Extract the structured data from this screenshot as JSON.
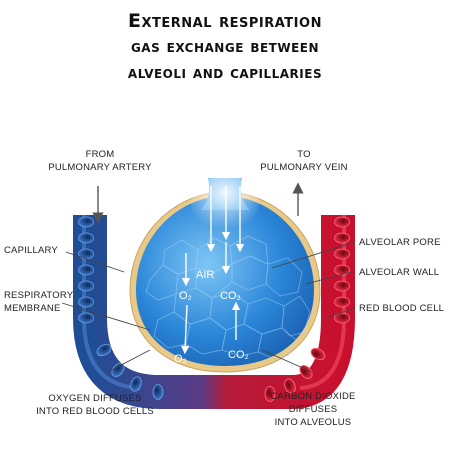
{
  "title": {
    "line1": "External respiration",
    "line2": "gas exchange between",
    "line3": "alveoli and capillaries"
  },
  "labels": {
    "from_line1": "FROM",
    "from_line2": "PULMONARY ARTERY",
    "to_line1": "TO",
    "to_line2": "PULMONARY VEIN",
    "capillary": "CAPILLARY",
    "resp_line1": "RESPIRATORY",
    "resp_line2": "MEMBRANE",
    "alveolar_pore": "ALVEOLAR PORE",
    "alveolar_wall": "ALVEOLAR WALL",
    "red_blood_cell": "RED BLOOD CELL",
    "oxy_line1": "OXYGEN DIFFUSES",
    "oxy_line2": "INTO RED BLOOD CELLS",
    "co2_line1": "CARBON DIOXIDE",
    "co2_line2": "DIFFUSES",
    "co2_line3": "INTO ALVEOLUS"
  },
  "gas": {
    "air": "AIR",
    "o2_inner": "O₂",
    "co2_inner": "CO₂",
    "o2_bottom": "O₂",
    "co2_bottom": "CO₂"
  },
  "colors": {
    "deoxygenated": "#1f4e96",
    "oxygenated": "#c8102e",
    "alveolus": "#2a86d8",
    "membrane": "#e8c98a"
  }
}
